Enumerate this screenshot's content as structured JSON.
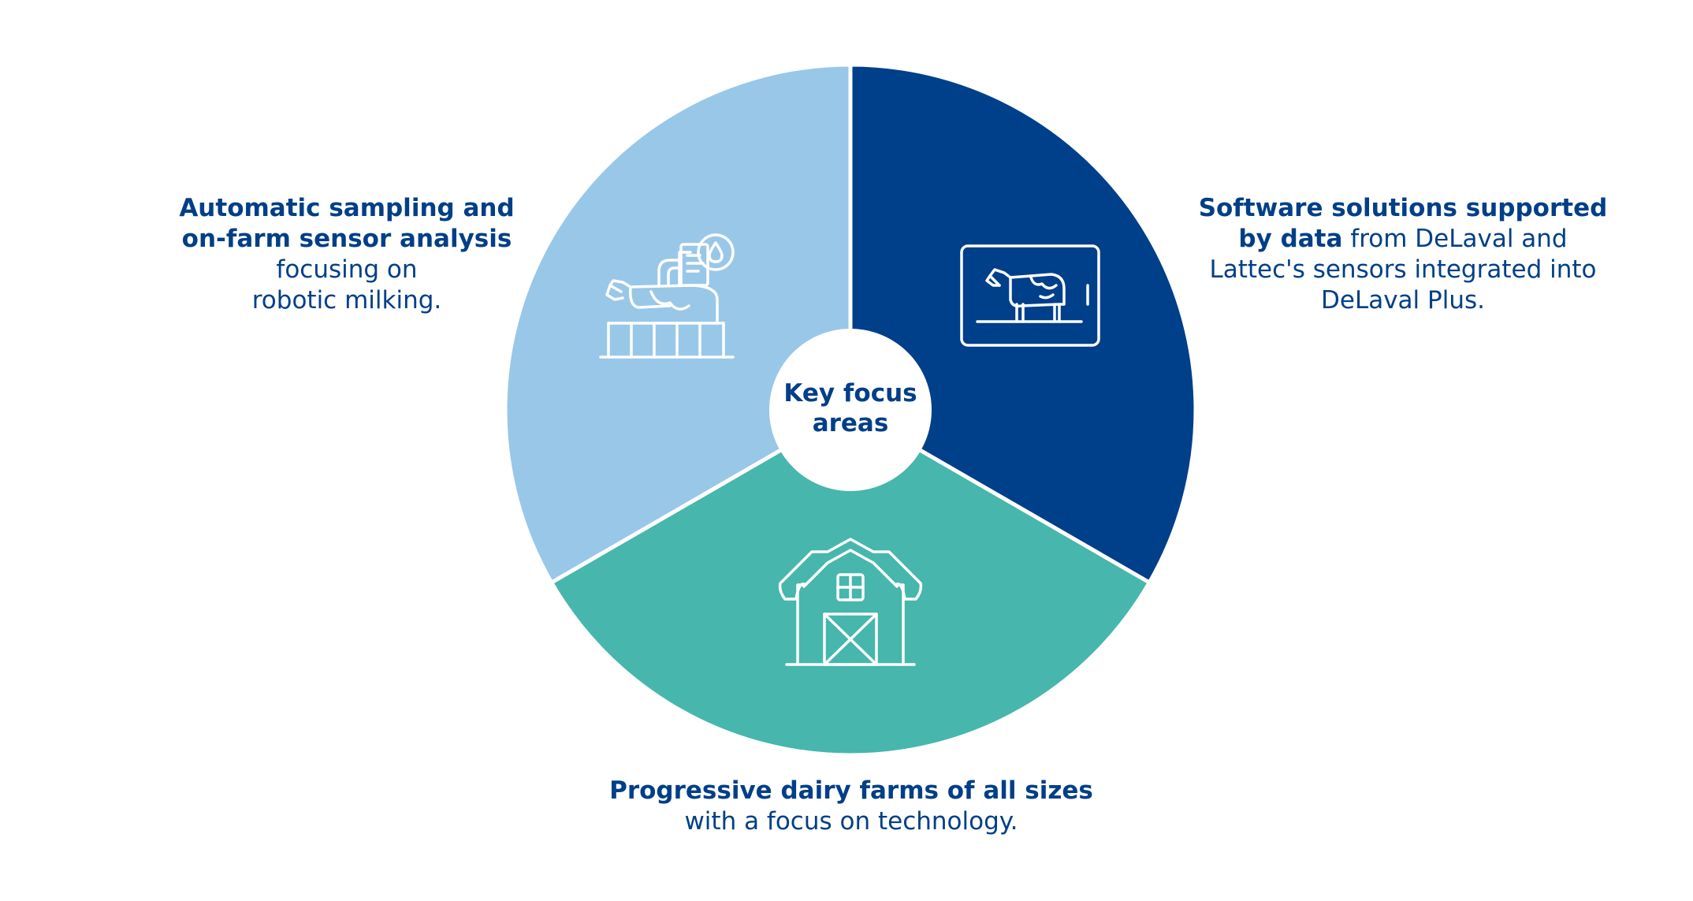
{
  "center": {
    "line1": "Key focus",
    "line2": "areas"
  },
  "segments": [
    {
      "id": "software",
      "icon": "monitor-cow-icon",
      "color": "#003f8a",
      "bold_lines": [
        "Software solutions supported"
      ],
      "mixed_line": {
        "bold": "by data",
        "normal": " from DeLaval and"
      },
      "normal_lines": [
        "Lattec's sensors integrated into",
        "DeLaval Plus."
      ]
    },
    {
      "id": "farms",
      "icon": "barn-icon",
      "color": "#47b6ad",
      "bold_lines": [
        "Progressive dairy farms of all sizes"
      ],
      "normal_lines": [
        "with a focus on technology."
      ]
    },
    {
      "id": "sampling",
      "icon": "cow-milking-robot-icon",
      "color": "#99c7e8",
      "bold_lines": [
        "Automatic sampling and",
        "on-farm sensor analysis"
      ],
      "normal_lines": [
        "focusing on",
        "robotic milking."
      ]
    }
  ],
  "colors": {
    "text": "#003f87",
    "separator": "#ffffff",
    "icon_stroke": "#ffffff"
  }
}
